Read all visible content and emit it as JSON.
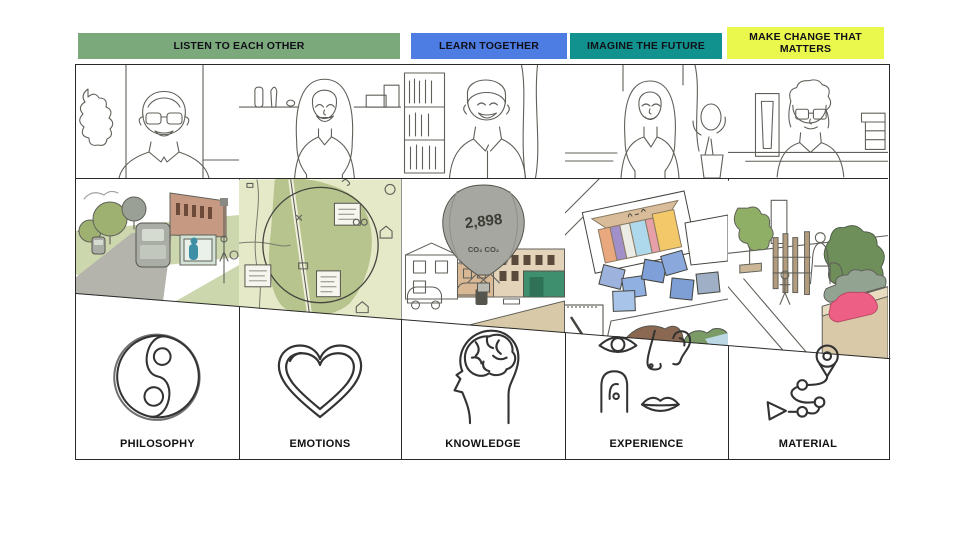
{
  "headers": [
    {
      "label": "LISTEN TO EACH OTHER",
      "color": "#7ba97b"
    },
    {
      "label": "LEARN TOGETHER",
      "color": "#4d7ce2"
    },
    {
      "label": "IMAGINE THE FUTURE",
      "color": "#12928e"
    },
    {
      "label": "MAKE CHANGE THAT MATTERS",
      "color": "#eaf74d"
    }
  ],
  "columns": [
    {
      "category": "PHILOSOPHY"
    },
    {
      "category": "EMOTIONS"
    },
    {
      "category": "KNOWLEDGE"
    },
    {
      "category": "EXPERIENCE"
    },
    {
      "category": "MATERIAL"
    }
  ],
  "balloon": {
    "value": "2,898",
    "co2": "CO₂ CO₂"
  }
}
